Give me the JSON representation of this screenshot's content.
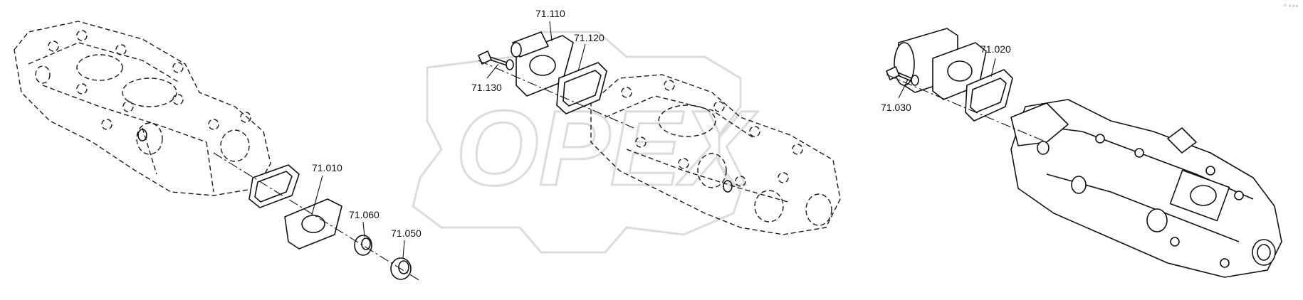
{
  "watermark": {
    "text": "OPEX"
  },
  "corner_mark": "·⁰ ∘∘∘",
  "parts": [
    {
      "id": "71.110"
    },
    {
      "id": "71.120"
    },
    {
      "id": "71.130"
    },
    {
      "id": "71.020"
    },
    {
      "id": "71.030"
    },
    {
      "id": "71.010"
    },
    {
      "id": "71.060"
    },
    {
      "id": "71.050"
    }
  ],
  "colors": {
    "line": "#111111",
    "watermark": "#dcdcdc",
    "background": "#ffffff"
  }
}
